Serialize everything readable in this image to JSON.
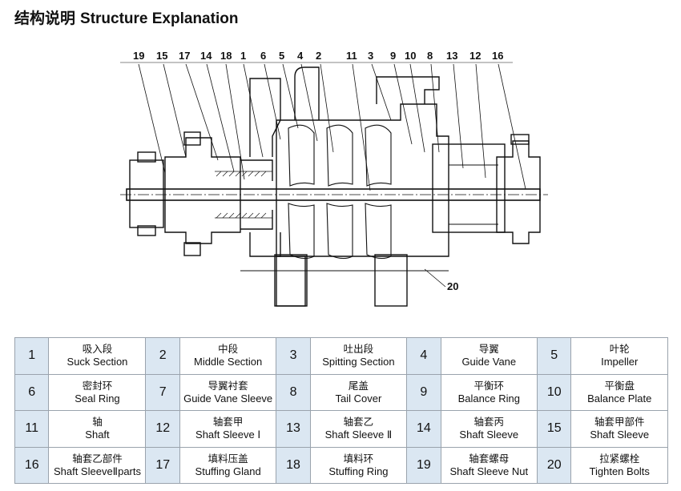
{
  "header": {
    "title_cn": "结构说明",
    "title_en": "Structure Explanation"
  },
  "drawing": {
    "callouts": [
      "19",
      "15",
      "17",
      "14",
      "18",
      "1",
      "6",
      "5",
      "4",
      "2",
      "11",
      "3",
      "9",
      "10",
      "8",
      "13",
      "12",
      "16",
      "20"
    ]
  },
  "parts": [
    {
      "num": "1",
      "cn": "吸入段",
      "en": "Suck Section"
    },
    {
      "num": "2",
      "cn": "中段",
      "en": "Middle Section"
    },
    {
      "num": "3",
      "cn": "吐出段",
      "en": "Spitting Section"
    },
    {
      "num": "4",
      "cn": "导翼",
      "en": "Guide Vane"
    },
    {
      "num": "5",
      "cn": "叶轮",
      "en": "Impeller"
    },
    {
      "num": "6",
      "cn": "密封环",
      "en": "Seal Ring"
    },
    {
      "num": "7",
      "cn": "导翼衬套",
      "en": "Guide Vane Sleeve"
    },
    {
      "num": "8",
      "cn": "尾盖",
      "en": "Tail Cover"
    },
    {
      "num": "9",
      "cn": "平衡环",
      "en": "Balance Ring"
    },
    {
      "num": "10",
      "cn": "平衡盘",
      "en": "Balance Plate"
    },
    {
      "num": "11",
      "cn": "轴",
      "en": "Shaft"
    },
    {
      "num": "12",
      "cn": "轴套甲",
      "en": "Shaft Sleeve Ⅰ"
    },
    {
      "num": "13",
      "cn": "轴套乙",
      "en": "Shaft Sleeve Ⅱ"
    },
    {
      "num": "14",
      "cn": "轴套丙",
      "en": "Shaft Sleeve"
    },
    {
      "num": "15",
      "cn": "轴套甲部件",
      "en": "Shaft Sleeve"
    },
    {
      "num": "16",
      "cn": "轴套乙部件",
      "en": "Shaft SleeveⅡparts"
    },
    {
      "num": "17",
      "cn": "填料压盖",
      "en": "Stuffing Gland"
    },
    {
      "num": "18",
      "cn": "填料环",
      "en": "Stuffing Ring"
    },
    {
      "num": "19",
      "cn": "轴套螺母",
      "en": "Shaft Sleeve Nut"
    },
    {
      "num": "20",
      "cn": "拉紧螺栓",
      "en": "Tighten Bolts"
    }
  ]
}
